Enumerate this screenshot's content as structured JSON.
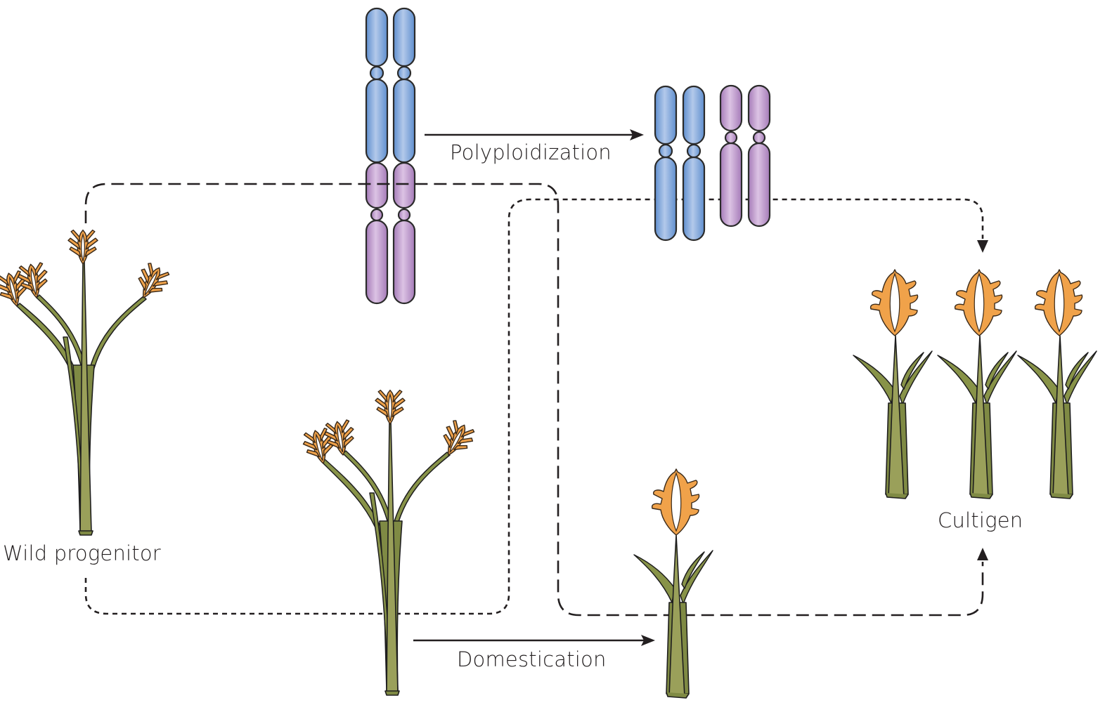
{
  "diagram": {
    "labels": {
      "polyploidization": "Polyploidization",
      "domestication": "Domestication",
      "wild_progenitor": "Wild progenitor",
      "cultigen": "Cultigen"
    },
    "colors": {
      "chromosome_blue": "#6f9fd8",
      "chromosome_purple": "#b58ac6",
      "stem_green": "#9aa05a",
      "spike_orange": "#f0a24a",
      "line": "#231f20"
    },
    "nodes": [
      {
        "id": "diploid-chromosomes",
        "description": "Two blue and two purple chromosomes (two separate genomes)"
      },
      {
        "id": "polyploid-chromosomes",
        "description": "Combined set: two blue and two purple chromosomes"
      },
      {
        "id": "wild-progenitor",
        "description": "Wild grass with four spreading seed heads"
      },
      {
        "id": "wild-plant-center",
        "description": "Second wild grass plant with four seed heads"
      },
      {
        "id": "domesticated-plant",
        "description": "Domesticated plant with single large seed head"
      },
      {
        "id": "cultigen",
        "description": "Three cultivated plants with large seed heads"
      }
    ],
    "edges": [
      {
        "from": "diploid-chromosomes",
        "to": "polyploid-chromosomes",
        "style": "solid",
        "label": "Polyploidization"
      },
      {
        "from": "wild-plant-center",
        "to": "domesticated-plant",
        "style": "solid",
        "label": "Domestication"
      },
      {
        "from": "wild-progenitor",
        "to": "cultigen",
        "style": "dashed",
        "via": "domestication then polyploidy"
      },
      {
        "from": "wild-progenitor",
        "to": "cultigen",
        "style": "dotted",
        "via": "polyploidy then domestication"
      }
    ]
  }
}
